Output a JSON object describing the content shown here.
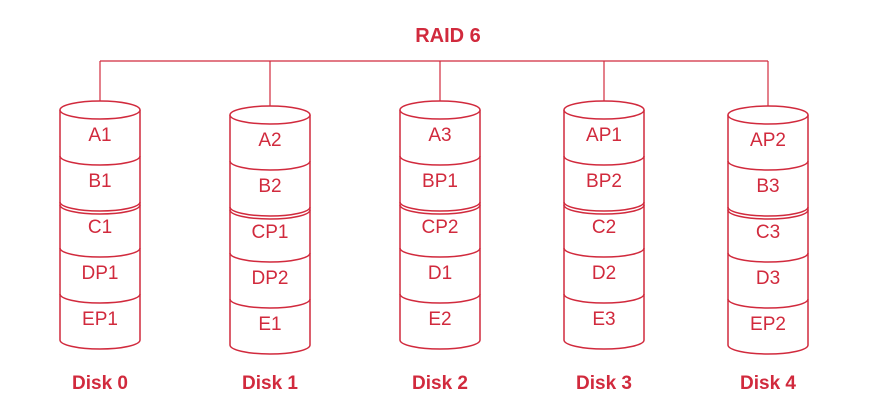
{
  "title": "RAID 6",
  "accent_color": "#d12a3d",
  "disks": [
    {
      "label": "Disk 0",
      "blocks": [
        "A1",
        "B1",
        "C1",
        "DP1",
        "EP1"
      ]
    },
    {
      "label": "Disk 1",
      "blocks": [
        "A2",
        "B2",
        "CP1",
        "DP2",
        "E1"
      ]
    },
    {
      "label": "Disk 2",
      "blocks": [
        "A3",
        "BP1",
        "CP2",
        "D1",
        "E2"
      ]
    },
    {
      "label": "Disk 3",
      "blocks": [
        "AP1",
        "BP2",
        "C2",
        "D2",
        "E3"
      ]
    },
    {
      "label": "Disk 4",
      "blocks": [
        "AP2",
        "B3",
        "C3",
        "D3",
        "EP2"
      ]
    }
  ]
}
